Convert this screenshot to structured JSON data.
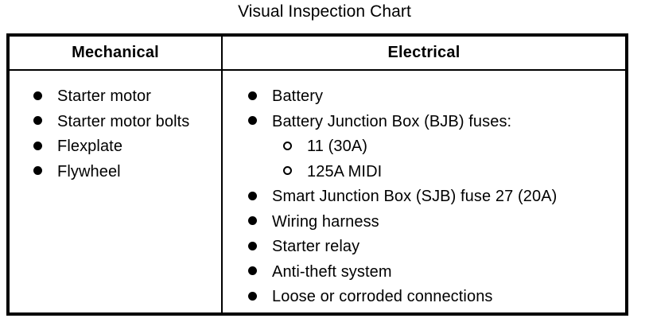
{
  "title": "Visual Inspection Chart",
  "table": {
    "columns": [
      {
        "header": "Mechanical",
        "items": [
          {
            "marker": "filled",
            "level": 1,
            "text": "Starter motor"
          },
          {
            "marker": "filled",
            "level": 1,
            "text": "Starter motor bolts"
          },
          {
            "marker": "filled",
            "level": 1,
            "text": "Flexplate"
          },
          {
            "marker": "filled",
            "level": 1,
            "text": "Flywheel"
          }
        ]
      },
      {
        "header": "Electrical",
        "items": [
          {
            "marker": "filled",
            "level": 1,
            "text": "Battery"
          },
          {
            "marker": "filled",
            "level": 1,
            "text": "Battery Junction Box (BJB) fuses:"
          },
          {
            "marker": "hollow",
            "level": 2,
            "text": "11 (30A)"
          },
          {
            "marker": "hollow",
            "level": 2,
            "text": "125A MIDI"
          },
          {
            "marker": "filled",
            "level": 1,
            "text": "Smart Junction Box (SJB) fuse 27 (20A)"
          },
          {
            "marker": "filled",
            "level": 1,
            "text": "Wiring harness"
          },
          {
            "marker": "filled",
            "level": 1,
            "text": "Starter relay"
          },
          {
            "marker": "filled",
            "level": 1,
            "text": "Anti-theft system"
          },
          {
            "marker": "filled",
            "level": 1,
            "text": "Loose or corroded connections"
          }
        ]
      }
    ]
  },
  "colors": {
    "text": "#000000",
    "background": "#ffffff",
    "border": "#000000"
  }
}
